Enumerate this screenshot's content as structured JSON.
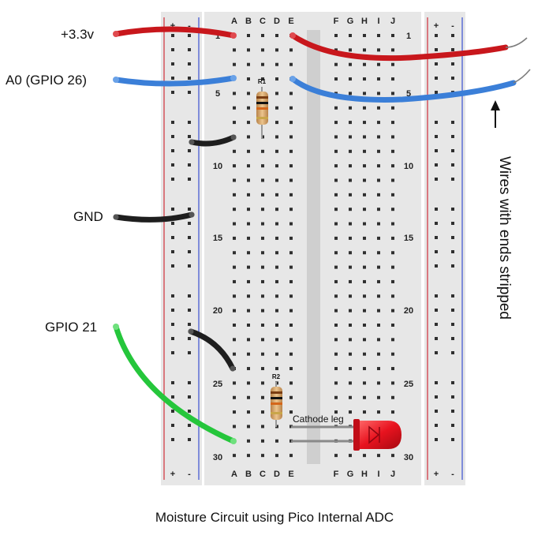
{
  "labels": {
    "vcc": "+3.3v",
    "a0": "A0 (GPIO 26)",
    "gnd": "GND",
    "gpio21": "GPIO 21",
    "wire_note": "Wires with ends stripped",
    "cathode": "Cathode leg",
    "r1": "R1",
    "r2": "R2"
  },
  "caption": "Moisture Circuit using Pico Internal ADC",
  "breadboard": {
    "columns_left": [
      "A",
      "B",
      "C",
      "D",
      "E"
    ],
    "columns_right": [
      "F",
      "G",
      "H",
      "I",
      "J"
    ],
    "row_numbers": [
      "1",
      "5",
      "10",
      "15",
      "20",
      "25",
      "30"
    ],
    "rail_labels": [
      "+",
      "-"
    ]
  },
  "colors": {
    "board": "#e7e7e7",
    "hole": "#2f2f2f",
    "rail_red": "#d0303a",
    "rail_blue": "#3a4fd0",
    "wire_red": "#c8171c",
    "wire_blue": "#3b7fd8",
    "wire_black": "#1e1e1e",
    "wire_green": "#25c63b",
    "led": "#e8131f",
    "resistor_body": "#d8a464"
  }
}
